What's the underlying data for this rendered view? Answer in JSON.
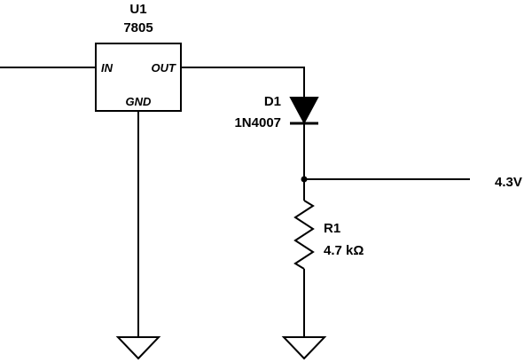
{
  "u1": {
    "designator": "U1",
    "part": "7805",
    "pin_in": "IN",
    "pin_out": "OUT",
    "pin_gnd": "GND"
  },
  "d1": {
    "designator": "D1",
    "part": "1N4007"
  },
  "r1": {
    "designator": "R1",
    "value": "4.7 kΩ"
  },
  "output": {
    "label": "4.3V"
  }
}
